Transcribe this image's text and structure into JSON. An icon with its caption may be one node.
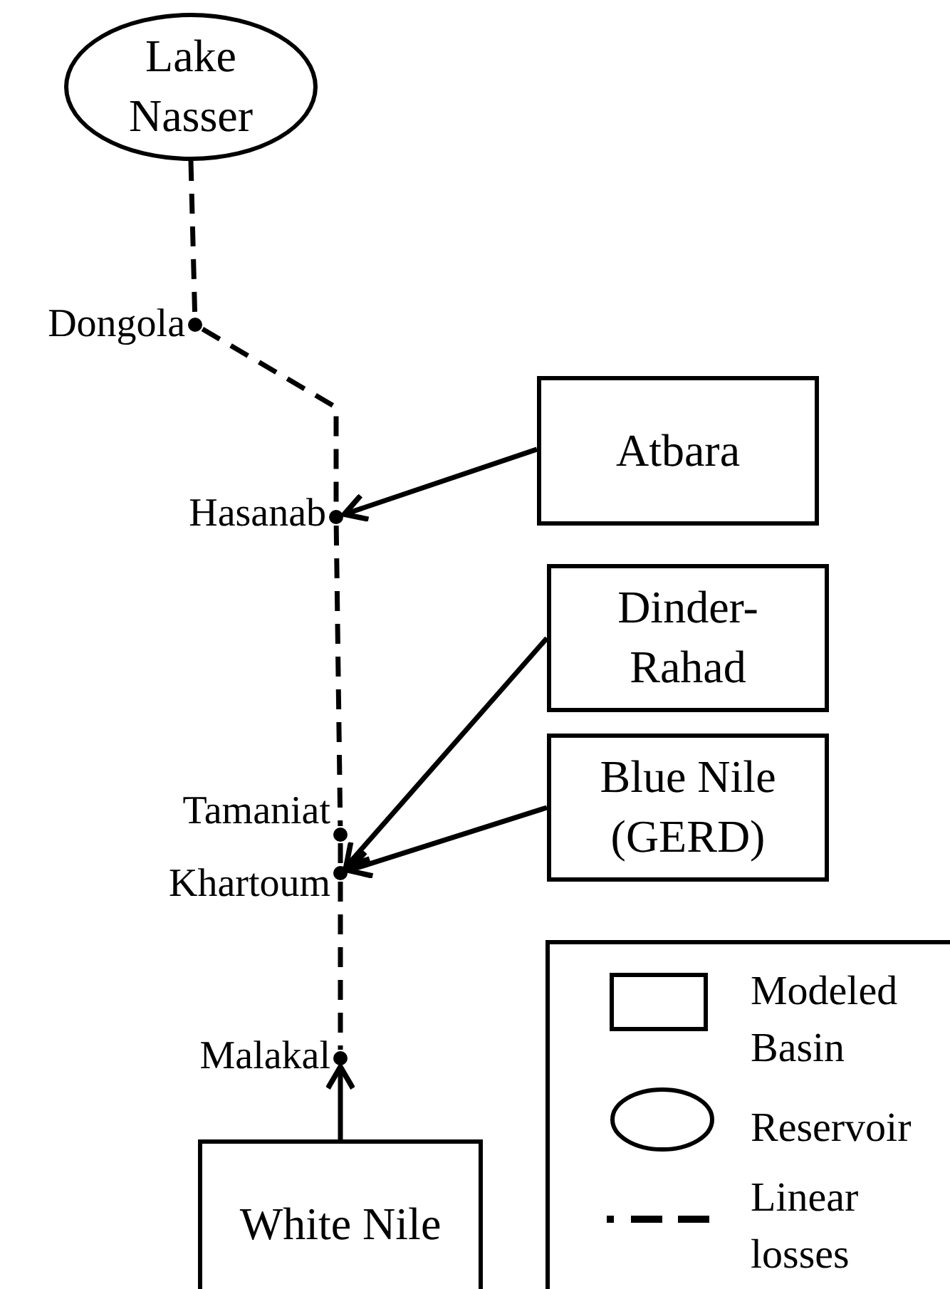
{
  "diagram": {
    "nodes": [
      {
        "text": [
          "Lake Nasser"
        ]
      },
      {
        "text": [],
        "shape": "circle",
        "beside": [
          "Dongola"
        ]
      },
      {
        "text": [],
        "shape": "circle",
        "beside": [
          "Hasanab"
        ]
      },
      {
        "text": [
          "Atbara"
        ]
      },
      {
        "text": [
          "Dinder-Rahad"
        ]
      },
      {
        "text": [
          "Blue Nile (GERD)"
        ]
      },
      {
        "text": [],
        "shape": "circle",
        "beside": [
          "Tamaniat"
        ]
      },
      {
        "text": [],
        "shape": "circle",
        "beside": [
          "Khartoum"
        ]
      },
      {
        "text": [],
        "shape": "circle",
        "beside": [
          "Malakal"
        ]
      },
      {
        "text": [
          "White Nile"
        ]
      }
    ],
    "edges": [
      {
        "from": 0,
        "to": 1,
        "arrow": "none",
        "style": "dashed"
      },
      {
        "from": 1,
        "to": 2,
        "arrow": "none",
        "style": "dashed"
      },
      {
        "from": 3,
        "to": 2,
        "arrow": "to"
      },
      {
        "from": 2,
        "to": 6,
        "arrow": "none",
        "style": "dashed"
      },
      {
        "from": 6,
        "to": 7,
        "arrow": "none",
        "style": "dashed"
      },
      {
        "from": 4,
        "to": 7,
        "arrow": "to"
      },
      {
        "from": 5,
        "to": 7,
        "arrow": "to"
      },
      {
        "from": 7,
        "to": 8,
        "arrow": "none",
        "style": "dashed"
      },
      {
        "from": 9,
        "to": 8,
        "arrow": "to"
      }
    ],
    "legend": [
      {
        "text": "Modeled Basin"
      },
      {
        "text": "Reservoir"
      },
      {
        "text": "Linear losses"
      }
    ]
  }
}
